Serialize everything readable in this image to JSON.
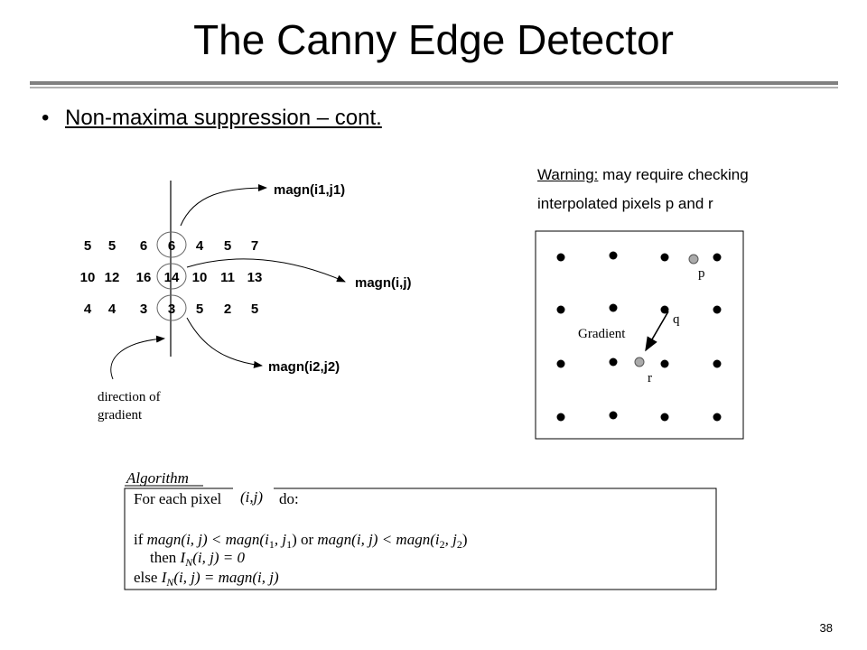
{
  "slide": {
    "title": "The Canny Edge Detector",
    "bullet": "Non-maxima suppression – cont.",
    "warning_label": "Warning:",
    "warning_rest": " may require checking",
    "warning_line2": "interpolated pixels p and r",
    "page_number": "38"
  },
  "grid": {
    "rows": [
      [
        "5",
        "5",
        "6",
        "6",
        "4",
        "5",
        "7"
      ],
      [
        "10",
        "12",
        "16",
        "14",
        "10",
        "11",
        "13"
      ],
      [
        "4",
        "4",
        "3",
        "3",
        "5",
        "2",
        "5"
      ]
    ],
    "label_top": "magn(i1,j1)",
    "label_mid": "magn(i,j)",
    "label_bottom": "magn(i2,j2)",
    "direction_line1": "direction of",
    "direction_line2": "gradient"
  },
  "interp": {
    "p": "p",
    "q": "q",
    "r": "r",
    "gradient": "Gradient"
  },
  "algorithm": {
    "heading": "Algorithm",
    "line1a": "For each pixel",
    "pixel": "(i,j)",
    "line1b": "do:",
    "if_kw": "if ",
    "cond1": "magn(i, j) < magn(i",
    "sub1": "1",
    "cond1b": ", j",
    "sub1b": "1",
    "cond1c": ")",
    "or_kw": " or ",
    "cond2": "magn(i, j) < magn(i",
    "sub2": "2",
    "cond2b": ", j",
    "sub2b": "2",
    "cond2c": ")",
    "then_kw": "then ",
    "then_I": "I",
    "then_sub": "N",
    "then_rest": "(i, j) = 0",
    "else_kw": "else ",
    "else_I": "I",
    "else_sub": "N",
    "else_rest": "(i, j) = magn(i, j)"
  }
}
